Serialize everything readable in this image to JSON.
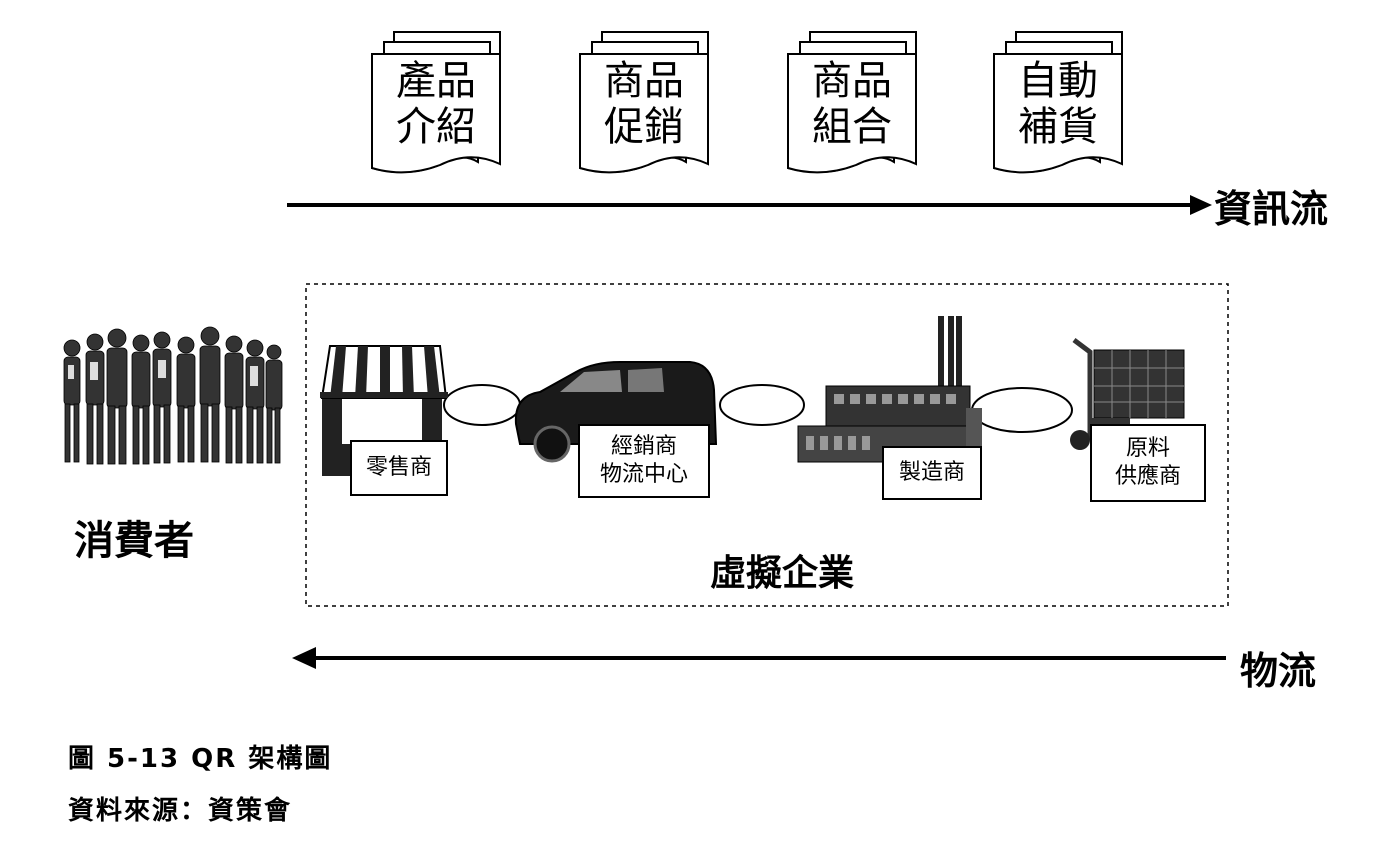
{
  "information_flow": {
    "label": "資訊流",
    "documents": [
      {
        "line1": "產品",
        "line2": "介紹"
      },
      {
        "line1": "商品",
        "line2": "促銷"
      },
      {
        "line1": "商品",
        "line2": "組合"
      },
      {
        "line1": "自動",
        "line2": "補貨"
      }
    ]
  },
  "physical_flow": {
    "label": "物流"
  },
  "consumer": {
    "label": "消費者"
  },
  "virtual_enterprise": {
    "label": "虛擬企業",
    "nodes": [
      {
        "line1": "零售商",
        "line2": ""
      },
      {
        "line1": "經銷商",
        "line2": "物流中心"
      },
      {
        "line1": "製造商",
        "line2": ""
      },
      {
        "line1": "原料",
        "line2": "供應商"
      }
    ]
  },
  "caption": {
    "figure": "圖 5-13  QR 架構圖",
    "source": "資料來源：資策會"
  }
}
